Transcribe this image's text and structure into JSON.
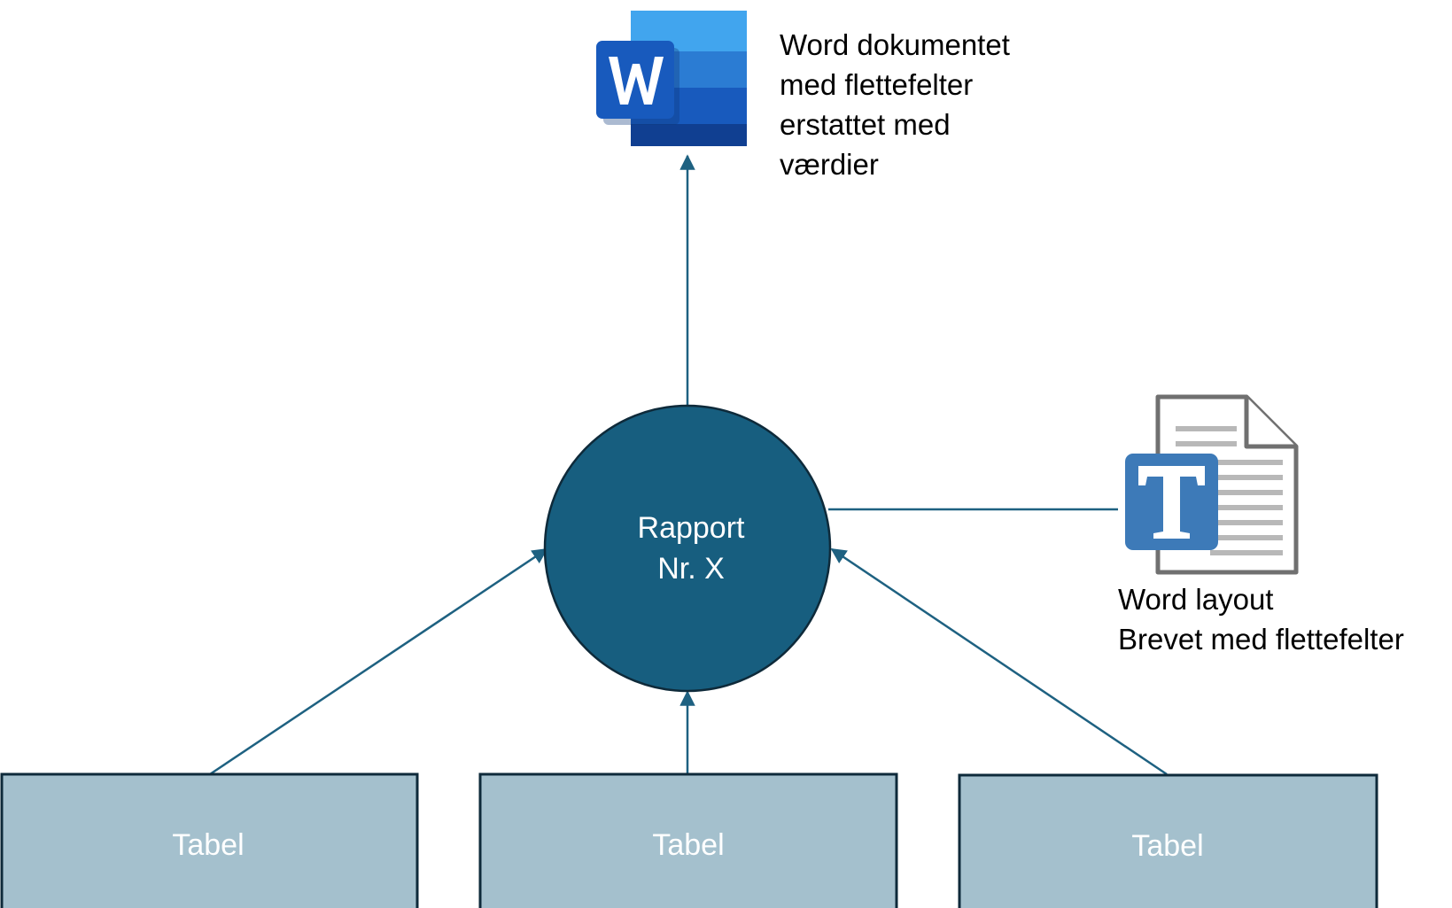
{
  "center_node": {
    "line1": "Rapport",
    "line2": "Nr. X"
  },
  "tables": [
    {
      "label": "Tabel"
    },
    {
      "label": "Tabel"
    },
    {
      "label": "Tabel"
    }
  ],
  "output_document": {
    "icon": "word-app-icon",
    "caption_lines": [
      "Word dokumentet",
      "med flettefelter",
      "erstattet med",
      "værdier"
    ]
  },
  "layout_document": {
    "icon": "text-document-icon",
    "caption_lines": [
      "Word layout",
      "Brevet med flettefelter"
    ]
  },
  "colors": {
    "circle_fill": "#175e7f",
    "table_fill": "#a4c0cd",
    "edge": "#1e6181",
    "outline": "#0e2a3a",
    "word_blue": "#185abd",
    "text_icon_blue": "#3d7ab8"
  }
}
